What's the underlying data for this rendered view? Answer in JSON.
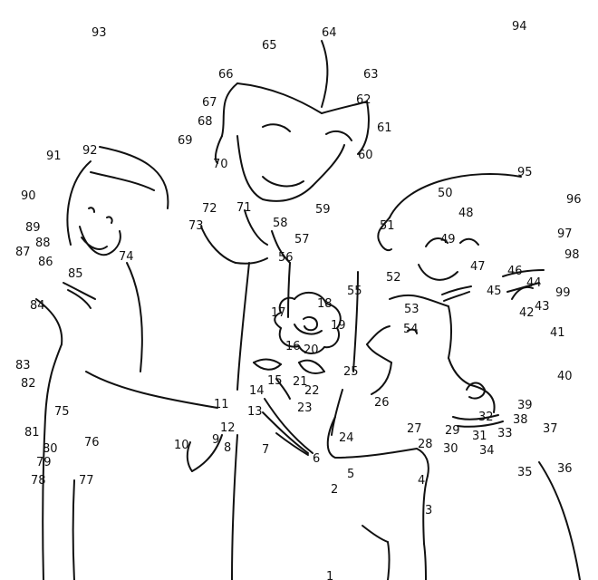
{
  "numbers": [
    "93",
    "65",
    "64",
    "94",
    "66",
    "63",
    "67",
    "62",
    "68",
    "61",
    "69",
    "60",
    "70",
    "91",
    "92",
    "95",
    "90",
    "50",
    "96",
    "72",
    "71",
    "59",
    "48",
    "73",
    "58",
    "51",
    "89",
    "57",
    "49",
    "97",
    "88",
    "87",
    "74",
    "56",
    "98",
    "86",
    "47",
    "46",
    "85",
    "52",
    "44",
    "55",
    "45",
    "99",
    "43",
    "84",
    "53",
    "42",
    "17",
    "18",
    "19",
    "54",
    "41",
    "16",
    "20",
    "83",
    "25",
    "40",
    "82",
    "15",
    "21",
    "22",
    "14",
    "11",
    "23",
    "26",
    "39",
    "75",
    "13",
    "32",
    "38",
    "12",
    "27",
    "29",
    "37",
    "81",
    "9",
    "33",
    "31",
    "10",
    "24",
    "28",
    "30",
    "80",
    "76",
    "8",
    "7",
    "34",
    "6",
    "79",
    "5",
    "35",
    "36",
    "78",
    "77",
    "4",
    "2",
    "3",
    "1"
  ]
}
